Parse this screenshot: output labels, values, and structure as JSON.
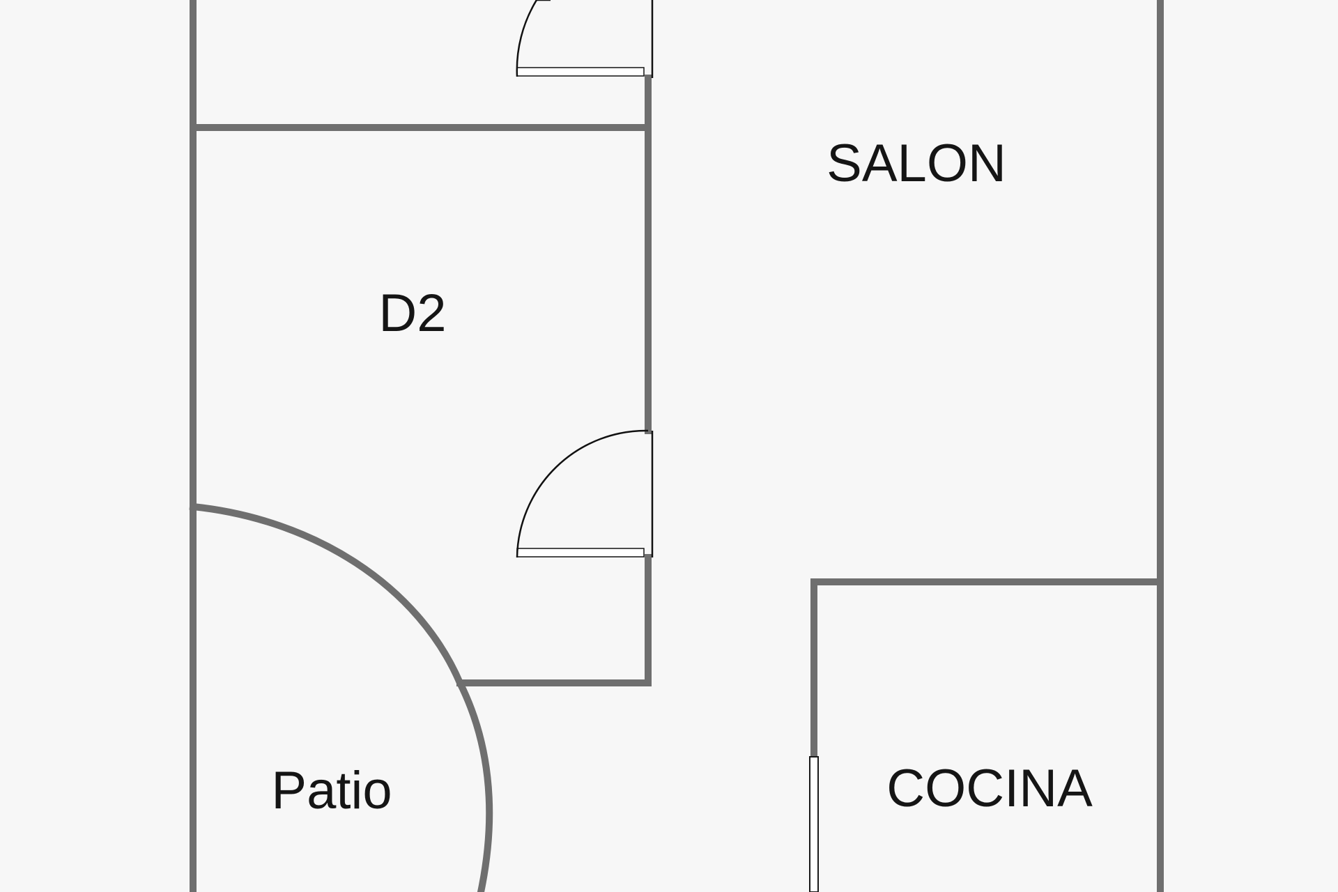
{
  "rooms": {
    "salon": "SALON",
    "d2": "D2",
    "patio": "Patio",
    "cocina": "COCINA"
  },
  "colors": {
    "wall": "#6f6f6f",
    "background": "#f7f7f7",
    "label": "#151515"
  }
}
